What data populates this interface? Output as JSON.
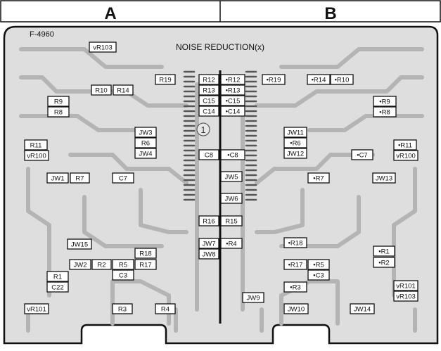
{
  "header": {
    "col_a": "A",
    "col_b": "B"
  },
  "board": {
    "model": "F-4960",
    "title": "NOISE REDUCTION(x)",
    "center_mark": "1"
  },
  "components": [
    {
      "id": "vr103_a",
      "text": "vR103"
    },
    {
      "id": "r19_a",
      "text": "R19"
    },
    {
      "id": "r10_a",
      "text": "R10"
    },
    {
      "id": "r14_a",
      "text": "R14"
    },
    {
      "id": "r9_a",
      "text": "R9"
    },
    {
      "id": "r8_a",
      "text": "R8"
    },
    {
      "id": "r11_a",
      "text": "R11"
    },
    {
      "id": "vr100_a",
      "text": "vR100"
    },
    {
      "id": "jw3",
      "text": "JW3"
    },
    {
      "id": "r6_a",
      "text": "R6"
    },
    {
      "id": "jw4",
      "text": "JW4"
    },
    {
      "id": "jw1",
      "text": "JW1"
    },
    {
      "id": "r7_a",
      "text": "R7"
    },
    {
      "id": "c7_a",
      "text": "C7"
    },
    {
      "id": "jw15",
      "text": "JW15"
    },
    {
      "id": "r18_a",
      "text": "R18"
    },
    {
      "id": "jw2",
      "text": "JW2"
    },
    {
      "id": "r2_a",
      "text": "R2"
    },
    {
      "id": "r5_a",
      "text": "R5"
    },
    {
      "id": "r17_a",
      "text": "R17"
    },
    {
      "id": "c3_a",
      "text": "C3"
    },
    {
      "id": "r1_a",
      "text": "R1"
    },
    {
      "id": "c22",
      "text": "C22"
    },
    {
      "id": "vr101_a",
      "text": "vR101"
    },
    {
      "id": "r3_a",
      "text": "R3"
    },
    {
      "id": "r4_a",
      "text": "R4"
    },
    {
      "id": "r12_a",
      "text": "R12"
    },
    {
      "id": "r13_a",
      "text": "R13"
    },
    {
      "id": "c15_a",
      "text": "C15"
    },
    {
      "id": "c14_a",
      "text": "C14"
    },
    {
      "id": "c8_a",
      "text": "C8"
    },
    {
      "id": "r16",
      "text": "R16"
    },
    {
      "id": "jw7",
      "text": "JW7"
    },
    {
      "id": "jw8",
      "text": "JW8"
    },
    {
      "id": "r12_b",
      "text": "•R12"
    },
    {
      "id": "r13_b",
      "text": "•R13"
    },
    {
      "id": "c15_b",
      "text": "•C15"
    },
    {
      "id": "c14_b",
      "text": "•C14"
    },
    {
      "id": "c8_b",
      "text": "•C8"
    },
    {
      "id": "jw5",
      "text": "JW5"
    },
    {
      "id": "jw6",
      "text": "JW6"
    },
    {
      "id": "r15",
      "text": "R15"
    },
    {
      "id": "r4_b",
      "text": "•R4"
    },
    {
      "id": "r19_b",
      "text": "•R19"
    },
    {
      "id": "r14_b",
      "text": "•R14"
    },
    {
      "id": "r10_b",
      "text": "•R10"
    },
    {
      "id": "r9_b",
      "text": "•R9"
    },
    {
      "id": "r8_b",
      "text": "•R8"
    },
    {
      "id": "jw11",
      "text": "JW11"
    },
    {
      "id": "r6_b",
      "text": "•R6"
    },
    {
      "id": "jw12",
      "text": "JW12"
    },
    {
      "id": "c7_b",
      "text": "•C7"
    },
    {
      "id": "r11_b",
      "text": "•R11"
    },
    {
      "id": "vr100_b",
      "text": "vR100"
    },
    {
      "id": "r7_b",
      "text": "•R7"
    },
    {
      "id": "jw13",
      "text": "JW13"
    },
    {
      "id": "r18_b",
      "text": "•R18"
    },
    {
      "id": "r1_b",
      "text": "•R1"
    },
    {
      "id": "r2_b",
      "text": "•R2"
    },
    {
      "id": "r17_b",
      "text": "•R17"
    },
    {
      "id": "r5_b",
      "text": "•R5"
    },
    {
      "id": "c3_b",
      "text": "•C3"
    },
    {
      "id": "r3_b",
      "text": "•R3"
    },
    {
      "id": "vr101_b",
      "text": "vR101"
    },
    {
      "id": "vr103_b",
      "text": "vR103"
    },
    {
      "id": "jw9",
      "text": "JW9"
    },
    {
      "id": "jw10",
      "text": "JW10"
    },
    {
      "id": "jw14",
      "text": "JW14"
    }
  ],
  "colors": {
    "board": "#dedede",
    "copper": "#b4b4b4",
    "ink": "#111111",
    "label_bg": "#ffffff"
  }
}
